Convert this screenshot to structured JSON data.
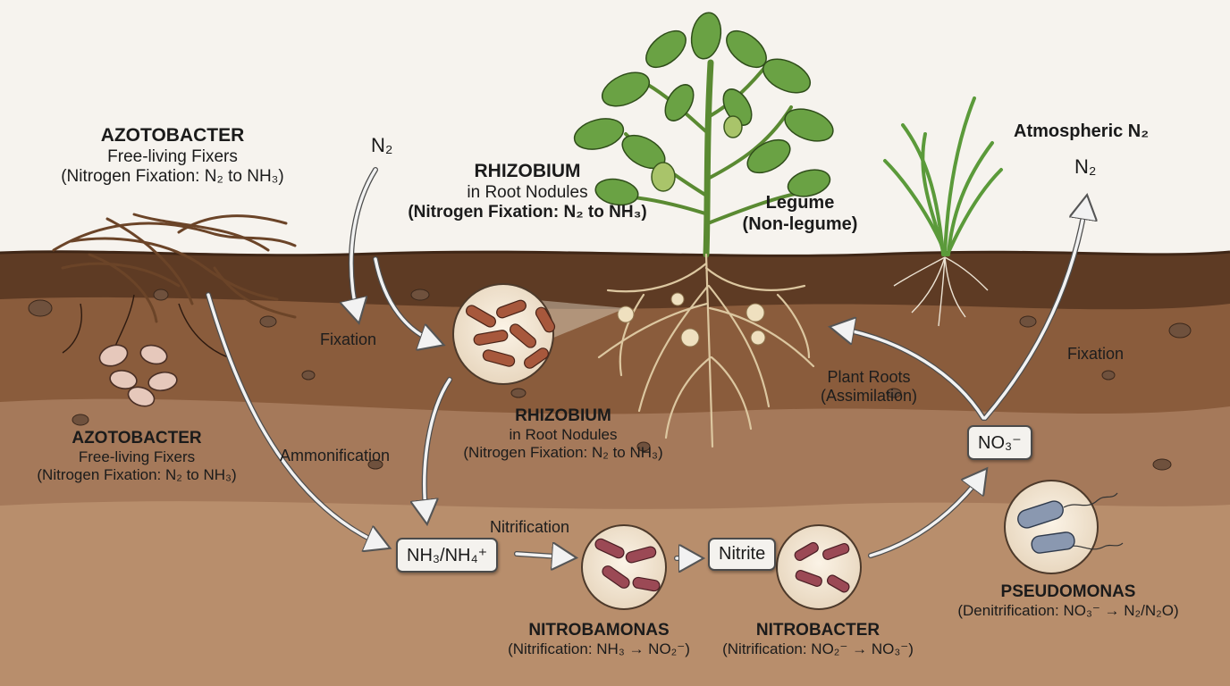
{
  "labels": {
    "azoto_top": {
      "title": "AZOTOBACTER",
      "line1": "Free-living Fixers",
      "line2": "(Nitrogen Fixation: N₂ to NH₃)"
    },
    "n2_left": "N₂",
    "rhizo_top": {
      "title": "RHIZOBIUM",
      "line1": "in Root Nodules",
      "line2": "(Nitrogen Fixation: N₂ to NH₃)"
    },
    "legume": {
      "line1": "Legume",
      "line2": "(Non-legume)"
    },
    "atmos": {
      "title": "Atmospheric N₂",
      "n2": "N₂"
    },
    "azoto_soil": {
      "title": "AZOTOBACTER",
      "line1": "Free-living Fixers",
      "line2": "(Nitrogen Fixation: N₂ to NH₃)"
    },
    "rhizo_soil": {
      "title": "RHIZOBIUM",
      "line1": "in Root Nodules",
      "line2": "(Nitrogen Fixation: N₂ to NH₃)"
    },
    "nitroso": {
      "title": "NITROBAMONAS",
      "line1": "(Nitrification: NH₃ → NO₂⁻)"
    },
    "nitrobacter": {
      "title": "NITROBACTER",
      "line1": "(Nitrification: NO₂⁻ → NO₃⁻)"
    },
    "pseudo": {
      "title": "PSEUDOMONAS",
      "line1": "(Denitrification: NO₃⁻ → N₂/N₂O)"
    }
  },
  "processes": {
    "fixation_left": "Fixation",
    "ammonification": "Ammonification",
    "nitrification": "Nitrification",
    "plant_roots": {
      "line1": "Plant Roots",
      "line2": "(Assimilation)"
    },
    "fixation_right": "Fixation"
  },
  "boxes": {
    "ammonia": "NH₃/NH₄⁺",
    "nitrite": "Nitrite",
    "nitrate": "NO₃⁻"
  },
  "colors": {
    "sky": "#f6f3ee",
    "topsoil": "#5e3b24",
    "midsoil": "#8a5c3c",
    "subsoil": "#a5795a",
    "deepsoil": "#b88e6c",
    "leaf": "#6aa244",
    "root": "#dcc7a0",
    "rhizobium_cell": "#a7583c",
    "nitro_cell": "#9b4955",
    "pseudomonas_cell": "#8a98b0",
    "arrow": "#f2f2f2"
  }
}
